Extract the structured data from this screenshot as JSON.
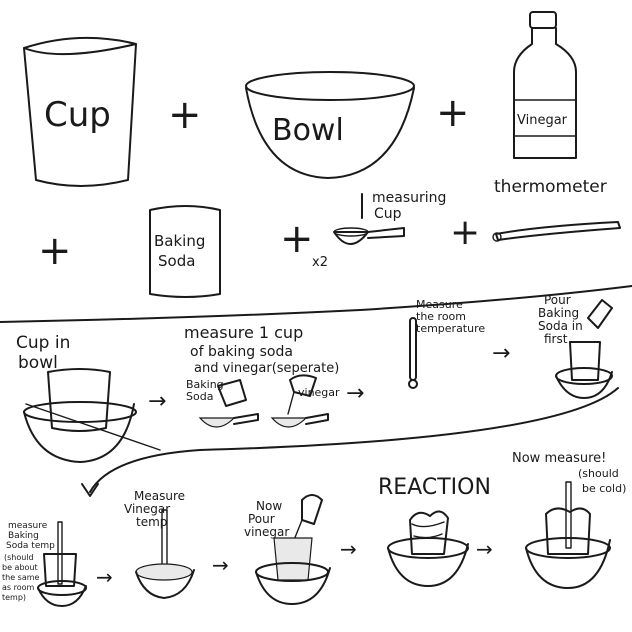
{
  "materials": {
    "cup": "Cup",
    "bowl": "Bowl",
    "vinegar": "Vinegar",
    "baking_soda_line1": "Baking",
    "baking_soda_line2": "Soda",
    "measuring_cup_line1": "measuring",
    "measuring_cup_line2": "Cup",
    "times_two": "x2",
    "thermometer": "thermometer",
    "plus": "+"
  },
  "steps": {
    "s1_line1": "Cup in",
    "s1_line2": "bowl",
    "s2_line1": "measure 1 cup",
    "s2_line2": "of baking soda",
    "s2_line3": "and vinegar(seperate)",
    "s2_bs1": "Baking",
    "s2_bs2": "Soda",
    "s2_vin": "vinegar",
    "s3_line1": "Measure",
    "s3_line2": "the room",
    "s3_line3": "temperature",
    "s4_line1": "Pour",
    "s4_line2": "Baking",
    "s4_line3": "Soda in",
    "s4_line4": "first",
    "s5_line1": "measure",
    "s5_line2": "Baking",
    "s5_line3": "Soda temp",
    "s5_line4": "(should",
    "s5_line5": "be about",
    "s5_line6": "the same",
    "s5_line7": "as room",
    "s5_line8": "temp)",
    "s6_line1": "Measure",
    "s6_line2": "Vinegar",
    "s6_line3": "temp",
    "s7_line1": "Now",
    "s7_line2": "Pour",
    "s7_line3": "vinegar",
    "s8_title": "REACTION",
    "s9_line1": "Now measure!",
    "s9_line2": "(should",
    "s9_line3": "be cold)",
    "arrow": "→"
  }
}
